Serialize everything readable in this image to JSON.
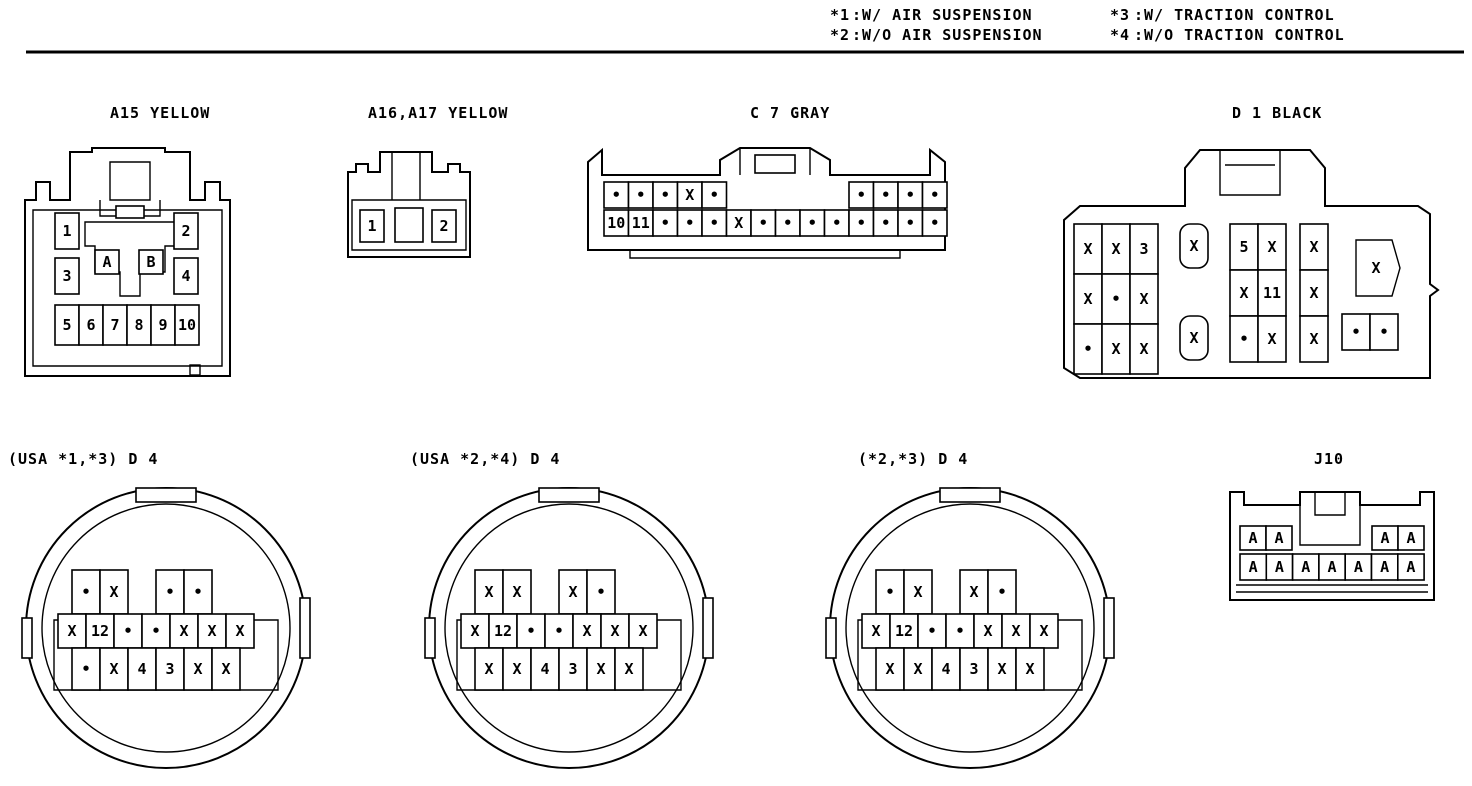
{
  "legend": [
    {
      "key": "*1",
      "text": ":W/ AIR SUSPENSION"
    },
    {
      "key": "*2",
      "text": ":W/O AIR SUSPENSION"
    },
    {
      "key": "*3",
      "text": ":W/ TRACTION CONTROL"
    },
    {
      "key": "*4",
      "text": ":W/O TRACTION CONTROL"
    }
  ],
  "connectors": {
    "a15": {
      "title": "A15 YELLOW",
      "pins": [
        "1",
        "2",
        "3",
        "A",
        "B",
        "4",
        "5",
        "6",
        "7",
        "8",
        "9",
        "10"
      ]
    },
    "a16": {
      "title": "A16,A17  YELLOW",
      "pins": [
        "1",
        "2"
      ]
    },
    "c7": {
      "title": "C 7 GRAY",
      "row1": [
        "•",
        "•",
        "•",
        "X",
        "•",
        "",
        "",
        "",
        "",
        "",
        "•",
        "•",
        "•",
        "•"
      ],
      "row2": [
        "10",
        "11",
        "•",
        "•",
        "•",
        "X",
        "•",
        "•",
        "•",
        "•",
        "•",
        "•",
        "•",
        "•"
      ]
    },
    "d1": {
      "title": "D 1 BLACK",
      "left": [
        [
          "X",
          "X",
          "3"
        ],
        [
          "X",
          "•",
          "X"
        ],
        [
          "•",
          "X",
          "X"
        ]
      ],
      "mid1": [
        "X",
        "X"
      ],
      "mid2": [
        [
          "5",
          "X"
        ],
        [
          "X",
          "11"
        ],
        [
          "•",
          "X"
        ]
      ],
      "mid3": [
        "X",
        "X",
        "X"
      ],
      "side": "X",
      "pair": [
        "•",
        "•"
      ]
    },
    "d4a": {
      "title": "(USA *1,*3) D 4",
      "top": [
        "•",
        "X",
        "•",
        "•"
      ],
      "mid": [
        "X",
        "12",
        "•",
        "•",
        "X",
        "X",
        "X"
      ],
      "bot": [
        "•",
        "X",
        "4",
        "3",
        "X",
        "X"
      ]
    },
    "d4b": {
      "title": "(USA *2,*4) D 4",
      "top": [
        "X",
        "X",
        "X",
        "•"
      ],
      "mid": [
        "X",
        "12",
        "•",
        "•",
        "X",
        "X",
        "X"
      ],
      "bot": [
        "X",
        "X",
        "4",
        "3",
        "X",
        "X"
      ]
    },
    "d4c": {
      "title": "(*2,*3) D 4",
      "top": [
        "•",
        "X",
        "X",
        "•"
      ],
      "mid": [
        "X",
        "12",
        "•",
        "•",
        "X",
        "X",
        "X"
      ],
      "bot": [
        "X",
        "X",
        "4",
        "3",
        "X",
        "X"
      ]
    },
    "j10": {
      "title": "J10",
      "top": [
        "A",
        "A",
        "A",
        "A"
      ],
      "bot": [
        "A",
        "A",
        "A",
        "A",
        "A",
        "A",
        "A"
      ]
    }
  }
}
